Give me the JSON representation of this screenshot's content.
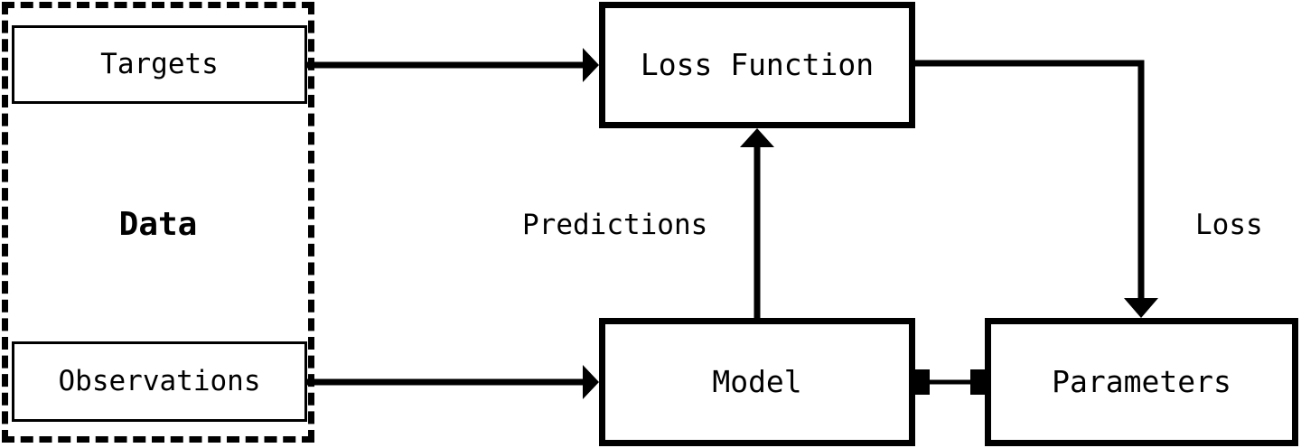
{
  "diagram": {
    "title": "Machine learning training loop",
    "background_color": "#ffffff",
    "stroke_color": "#000000",
    "nodes": {
      "data_group": {
        "label": "Data",
        "border_style": "dashed"
      },
      "targets": {
        "label": "Targets"
      },
      "observations": {
        "label": "Observations"
      },
      "loss_function": {
        "label": "Loss Function"
      },
      "model": {
        "label": "Model"
      },
      "parameters": {
        "label": "Parameters"
      }
    },
    "edge_labels": {
      "predictions": "Predictions",
      "loss": "Loss"
    },
    "edges": [
      {
        "from": "targets",
        "to": "loss_function",
        "label": "",
        "head": "arrow"
      },
      {
        "from": "observations",
        "to": "model",
        "label": "",
        "head": "arrow"
      },
      {
        "from": "model",
        "to": "loss_function",
        "label": "Predictions",
        "head": "arrow"
      },
      {
        "from": "loss_function",
        "to": "parameters",
        "label": "Loss",
        "head": "arrow"
      },
      {
        "from": "parameters",
        "to": "model",
        "label": "",
        "head": "square-both"
      }
    ]
  }
}
